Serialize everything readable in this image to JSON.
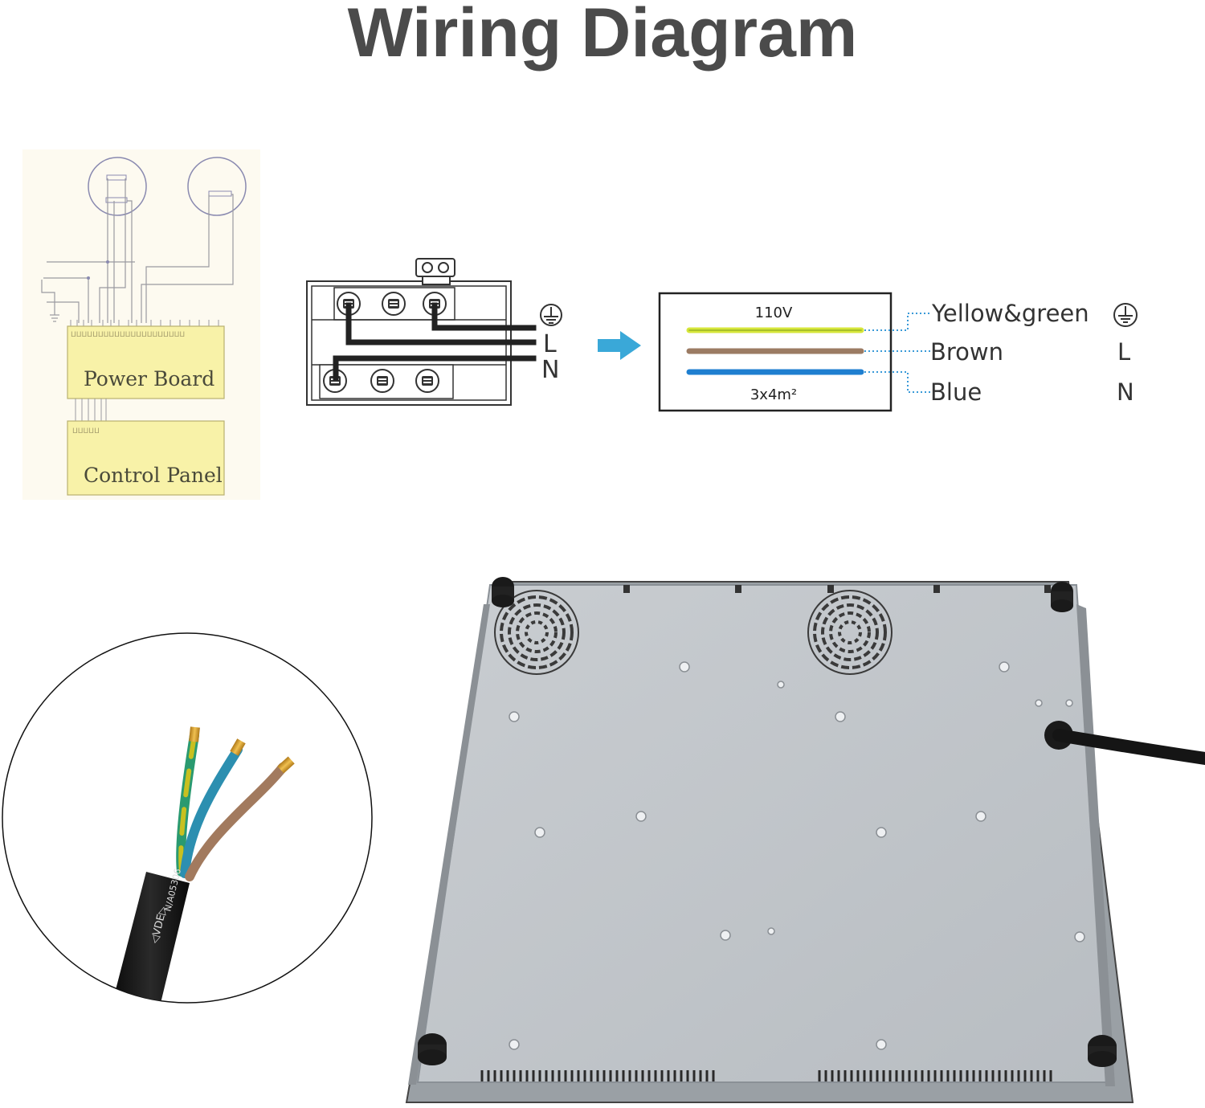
{
  "title": "Wiring Diagram",
  "schematic": {
    "power_board_label": "Power Board",
    "control_panel_label": "Control Panel"
  },
  "terminal_block": {
    "label_l": "L",
    "label_n": "N"
  },
  "cable_box": {
    "voltage": "110V",
    "spec": "3x4m²",
    "wires": [
      {
        "name": "Yellow&green",
        "terminal": "earth",
        "color": "#c8dc32"
      },
      {
        "name": "Brown",
        "terminal": "L",
        "color": "#9b7b63"
      },
      {
        "name": "Blue",
        "terminal": "N",
        "color": "#1f7fd0"
      }
    ]
  },
  "cable_closeup": {
    "jacket_print_1": "◁VDE▷",
    "jacket_print_2": "N/A05306"
  },
  "colors": {
    "title": "#4b4b4b",
    "arrow": "#3aa8d8",
    "board_fill": "#f8f2a8",
    "plate": "#bfc4c8"
  }
}
